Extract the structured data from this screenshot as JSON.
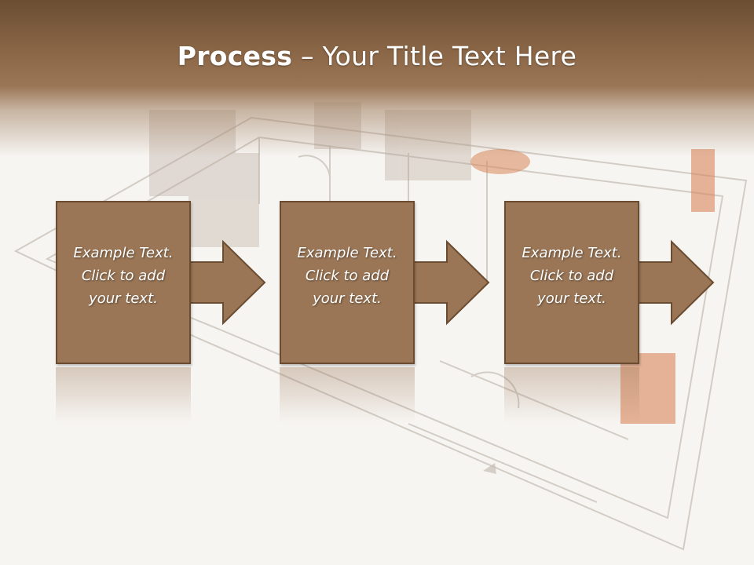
{
  "slide": {
    "title_bold": "Process",
    "title_separator": "–",
    "title_rest": "Your Title Text Here"
  },
  "steps": [
    {
      "text": "Example Text.\nClick  to add\nyour text."
    },
    {
      "text": "Example Text.\nClick  to add\nyour text."
    },
    {
      "text": "Example Text.\nClick  to add\nyour text."
    }
  ],
  "colors": {
    "header_dark": "#6b4e33",
    "box_fill": "#9a7656",
    "box_border": "#6b4c30",
    "text": "#ffffff"
  },
  "icons": [
    "right-arrow-icon"
  ]
}
